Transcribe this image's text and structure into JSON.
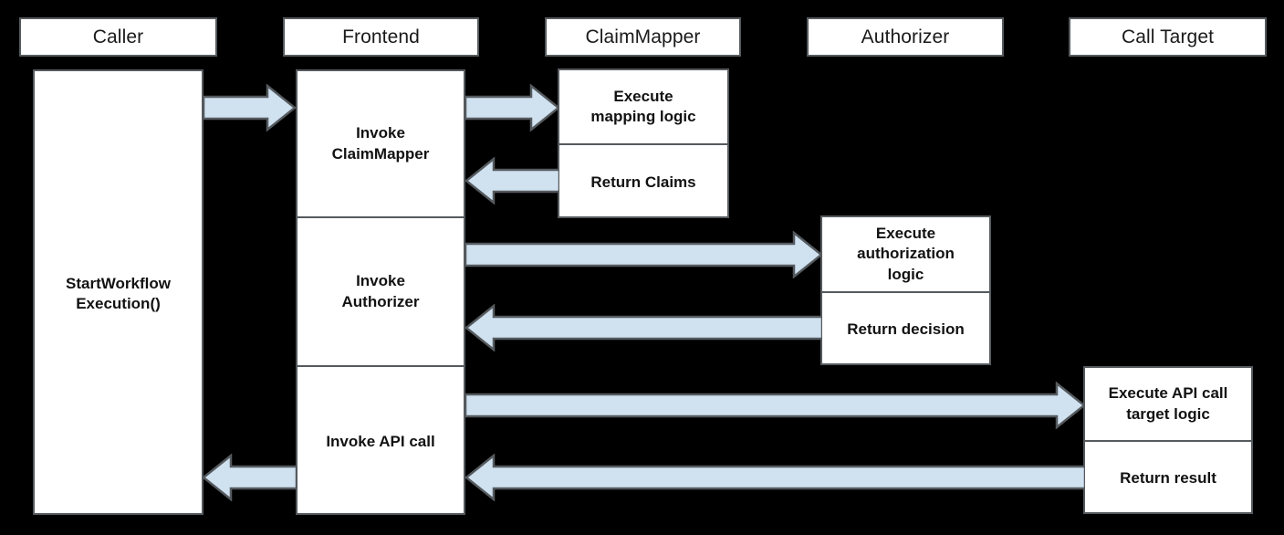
{
  "diagram": {
    "title": "Workflow authorization sequence diagram",
    "type": "sequence-diagram",
    "background_color": "#000000",
    "box_fill_color": "#ffffff",
    "box_border_color": "#555a5e",
    "arrow_fill_color": "#d0e1f0",
    "arrow_border_color": "#555a5e"
  },
  "lifelines": [
    {
      "id": "caller",
      "label": "Caller"
    },
    {
      "id": "frontend",
      "label": "Frontend"
    },
    {
      "id": "claimmapper",
      "label": "ClaimMapper"
    },
    {
      "id": "authorizer",
      "label": "Authorizer"
    },
    {
      "id": "calltarget",
      "label": "Call Target"
    }
  ],
  "activations": {
    "caller": {
      "segments": [
        {
          "id": "start-workflow-execution",
          "label": "StartWorkflow\nExecution()"
        }
      ]
    },
    "frontend": {
      "segments": [
        {
          "id": "invoke-claimmapper",
          "label": "Invoke\nClaimMapper"
        },
        {
          "id": "invoke-authorizer",
          "label": "Invoke\nAuthorizer"
        },
        {
          "id": "invoke-api-call",
          "label": "Invoke API call"
        }
      ]
    },
    "claimmapper": {
      "segments": [
        {
          "id": "execute-mapping-logic",
          "label": "Execute\nmapping logic"
        },
        {
          "id": "return-claims",
          "label": "Return Claims"
        }
      ]
    },
    "authorizer": {
      "segments": [
        {
          "id": "execute-authorization-logic",
          "label": "Execute\nauthorization\nlogic"
        },
        {
          "id": "return-decision",
          "label": "Return decision"
        }
      ]
    },
    "calltarget": {
      "segments": [
        {
          "id": "execute-api-call-target-logic",
          "label": "Execute API call\ntarget logic"
        },
        {
          "id": "return-result",
          "label": "Return result"
        }
      ]
    }
  },
  "messages": [
    {
      "id": "caller-to-frontend",
      "from": "caller",
      "to": "frontend",
      "direction": "right"
    },
    {
      "id": "frontend-to-claimmapper",
      "from": "frontend",
      "to": "claimmapper",
      "direction": "right"
    },
    {
      "id": "claimmapper-to-frontend",
      "from": "claimmapper",
      "to": "frontend",
      "direction": "left"
    },
    {
      "id": "frontend-to-authorizer",
      "from": "frontend",
      "to": "authorizer",
      "direction": "right"
    },
    {
      "id": "authorizer-to-frontend",
      "from": "authorizer",
      "to": "frontend",
      "direction": "left"
    },
    {
      "id": "frontend-to-calltarget",
      "from": "frontend",
      "to": "calltarget",
      "direction": "right"
    },
    {
      "id": "calltarget-to-frontend",
      "from": "calltarget",
      "to": "frontend",
      "direction": "left"
    },
    {
      "id": "frontend-to-caller",
      "from": "frontend",
      "to": "caller",
      "direction": "left"
    }
  ]
}
